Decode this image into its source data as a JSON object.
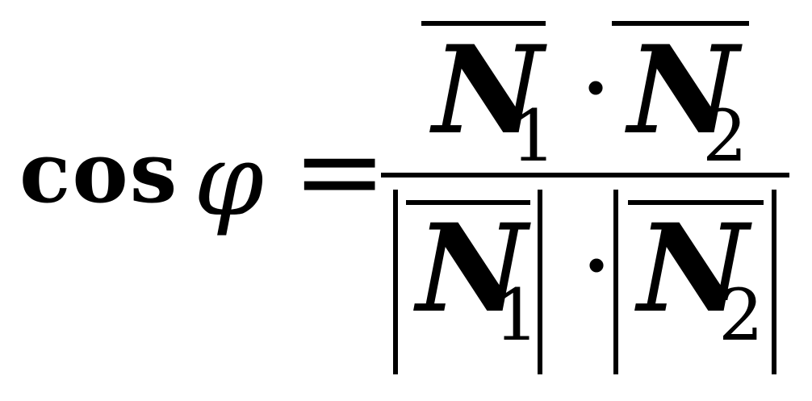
{
  "formula": {
    "function": "cos",
    "variable": "φ",
    "equals": "=",
    "numerator": {
      "vector_1": "N",
      "subscript_1": "1",
      "operator": "·",
      "vector_2": "N",
      "subscript_2": "2"
    },
    "denominator": {
      "vector_1": "N",
      "subscript_1": "1",
      "operator": "·",
      "vector_2": "N",
      "subscript_2": "2"
    }
  }
}
